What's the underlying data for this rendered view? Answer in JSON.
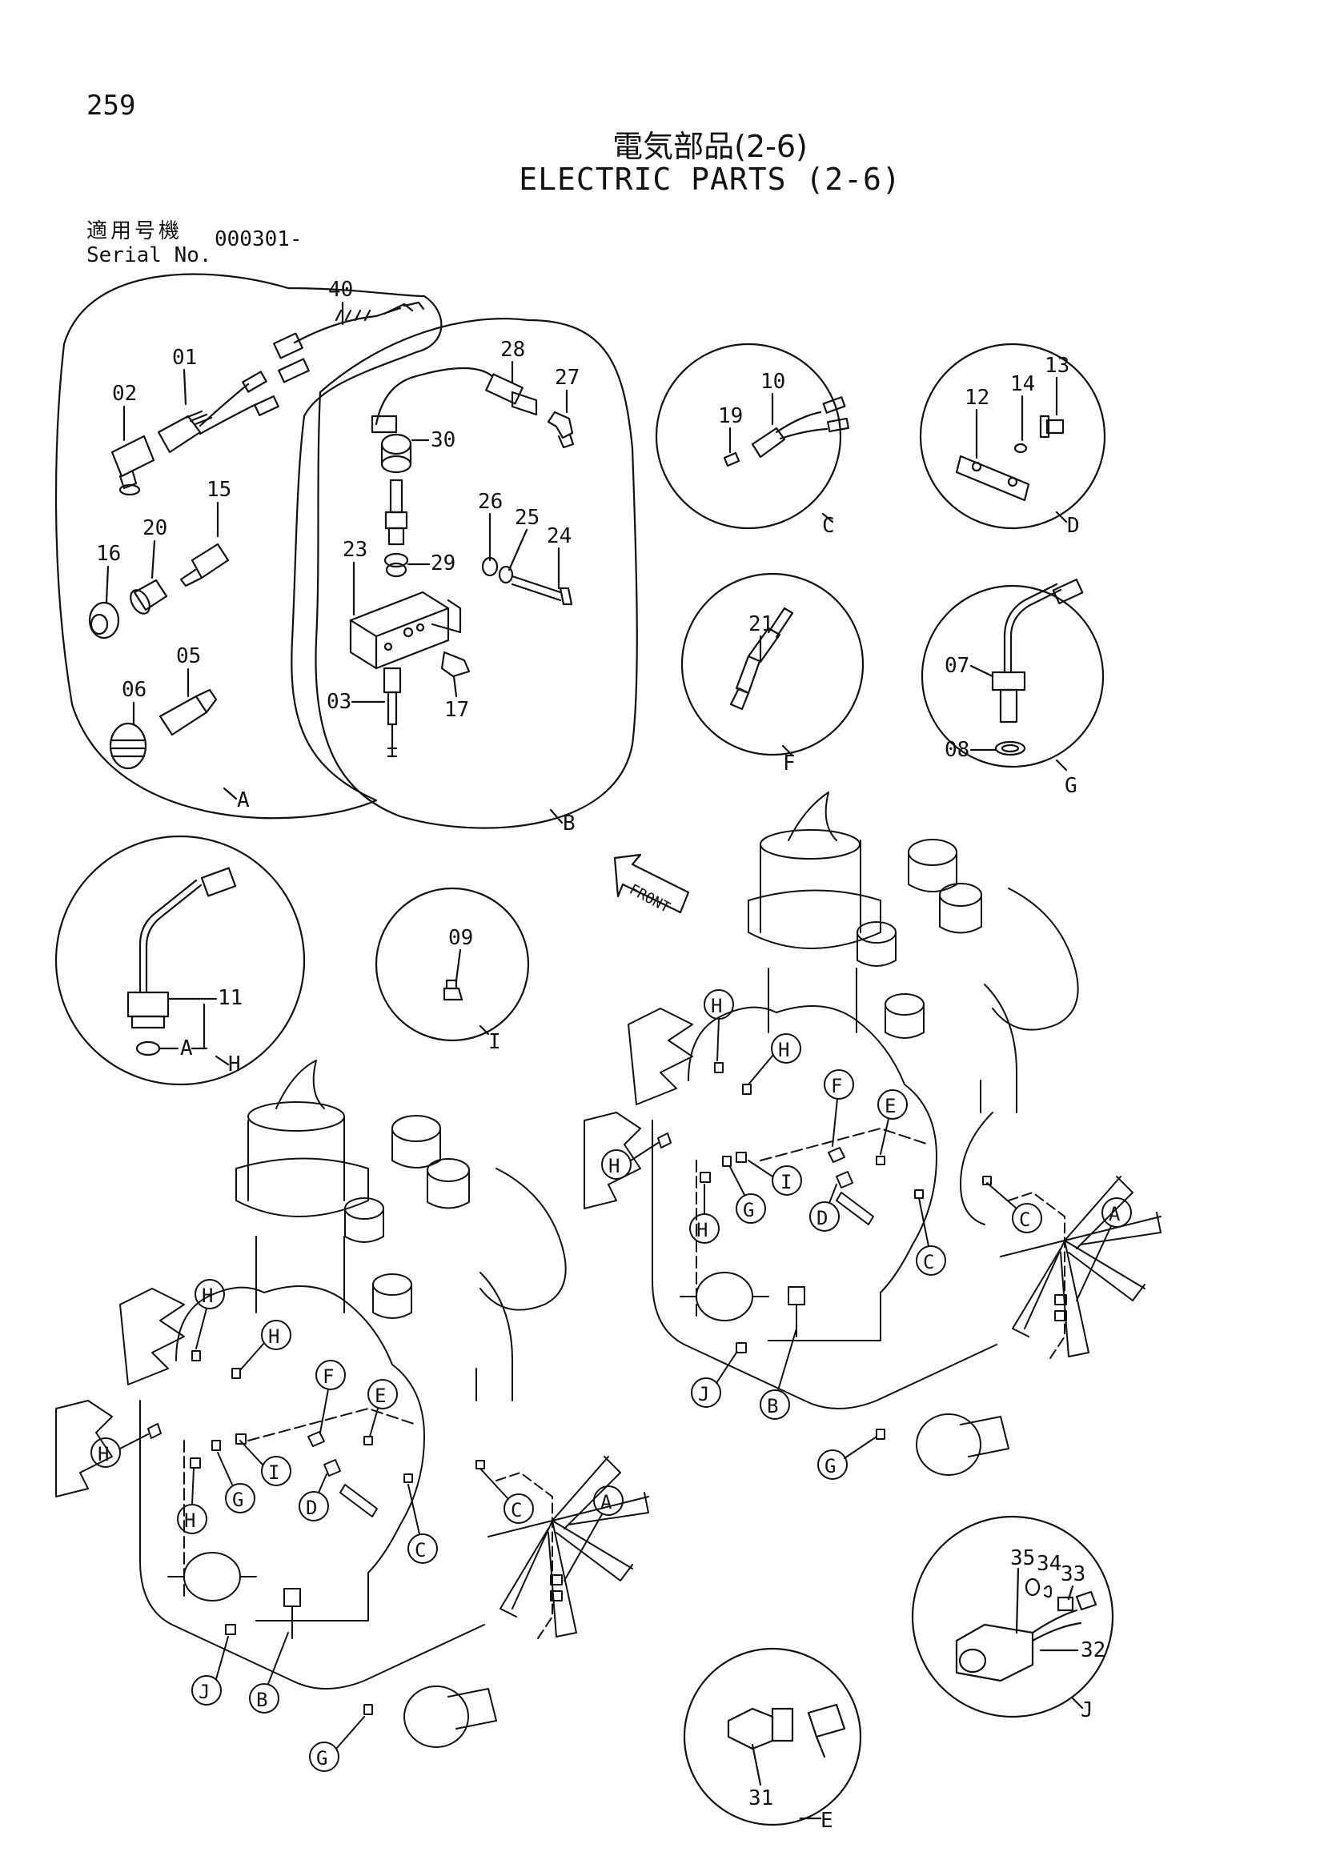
{
  "page_number": "259",
  "title_jp": "電気部品(2-6)",
  "title_en": "ELECTRIC PARTS (2-6)",
  "serial_label_jp": "適用号機",
  "serial_label_en": "Serial No.",
  "serial_value": "000301-",
  "front_label": "FRONT",
  "detail_views": [
    {
      "id": "A",
      "parts": [
        "40",
        "01",
        "02",
        "15",
        "20",
        "16",
        "05",
        "06"
      ]
    },
    {
      "id": "B",
      "parts": [
        "28",
        "27",
        "30",
        "26",
        "25",
        "24",
        "23",
        "29",
        "03",
        "17"
      ]
    },
    {
      "id": "C",
      "parts": [
        "10",
        "19"
      ]
    },
    {
      "id": "D",
      "parts": [
        "13",
        "14",
        "12"
      ]
    },
    {
      "id": "F",
      "parts": [
        "21"
      ]
    },
    {
      "id": "G",
      "parts": [
        "07",
        "08"
      ]
    },
    {
      "id": "H",
      "parts": [
        "11",
        "A"
      ]
    },
    {
      "id": "I",
      "parts": [
        "09"
      ]
    },
    {
      "id": "E",
      "parts": [
        "31"
      ]
    },
    {
      "id": "J",
      "parts": [
        "35",
        "34",
        "33",
        "32"
      ]
    }
  ],
  "callouts_upper_engine": [
    "H",
    "H",
    "F",
    "E",
    "H",
    "I",
    "G",
    "H",
    "D",
    "C",
    "C",
    "A",
    "B",
    "J",
    "G"
  ],
  "callouts_lower_engine": [
    "H",
    "H",
    "F",
    "E",
    "H",
    "I",
    "G",
    "H",
    "D",
    "C",
    "C",
    "A",
    "B",
    "J",
    "G"
  ]
}
